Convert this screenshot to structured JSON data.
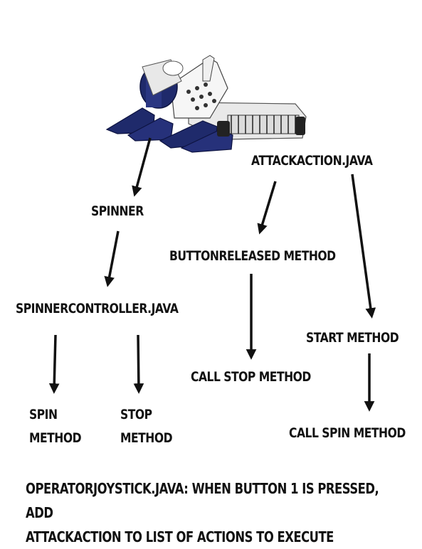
{
  "nodes": {
    "spinner": "SPINNER",
    "spinnercontroller": "SPINNERCONTROLLER.JAVA",
    "spin_method_line1": "SPIN",
    "spin_method_line2": "METHOD",
    "stop_method_line1": "STOP",
    "stop_method_line2": "METHOD",
    "attackaction": "ATTACKACTION.JAVA",
    "buttonreleased": "BUTTONRELEASED METHOD",
    "call_stop": "CALL STOP METHOD",
    "start_method": "START METHOD",
    "call_spin": "CALL SPIN METHOD"
  },
  "footer": {
    "line1": "OPERATORJOYSTICK.JAVA:  WHEN BUTTON 1 IS PRESSED, ADD",
    "line2": "ATTACKACTION TO LIST OF ACTIONS TO EXECUTE"
  },
  "colors": {
    "text": "#111111",
    "arrow": "#111111",
    "robot_body": "#f2f2f2",
    "robot_accent": "#1f2a6b"
  },
  "images": {
    "robot": "spinner-robot"
  }
}
